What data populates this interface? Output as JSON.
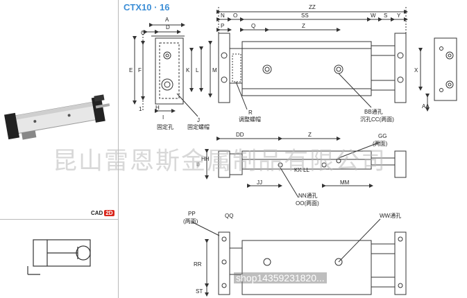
{
  "title": "CTX10 · 16",
  "cad_badge": {
    "cad": "CAD",
    "d2": "2D"
  },
  "watermark": "昆山雷恩斯金属制品有限公司",
  "shop_overlay": "shop14359231820...",
  "labels": {
    "side_top": [
      "C",
      "D",
      "A"
    ],
    "side_left": [
      "E",
      "F",
      "K",
      "1"
    ],
    "side_bottom": [
      "I",
      "H"
    ],
    "side_notes": [
      "固定孔",
      "固定螺帽",
      "J"
    ],
    "top_dims": [
      "ZZ",
      "N",
      "O",
      "SS",
      "W",
      "S",
      "Y",
      "P",
      "Q",
      "Z"
    ],
    "top_left": [
      "L",
      "M"
    ],
    "top_notes": [
      "R",
      "调整螺帽",
      "BB通孔",
      "沉孔CC(两面)"
    ],
    "end_view": [
      "X",
      "AA"
    ],
    "mid": {
      "dd": "DD",
      "z": "Z",
      "gg": "GG",
      "gg_note": "(两面)",
      "ii": "II",
      "hh": "HH",
      "jj": "JJ",
      "kk": "KK",
      "ll": "LL",
      "mm": "MM",
      "nn": "NN通孔",
      "oo": "OO(两面)"
    },
    "bottom": {
      "pp": "PP",
      "pp_note": "(两面)",
      "qq": "QQ",
      "ww": "WW通孔",
      "rr": "RR",
      "st": "ST"
    }
  },
  "colors": {
    "accent": "#3c8ed6",
    "line": "#333333",
    "cad_red": "#d9261c"
  }
}
